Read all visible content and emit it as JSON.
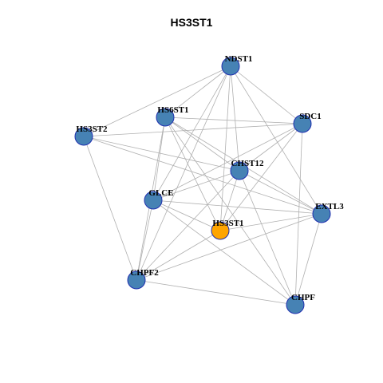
{
  "title": "HS3ST1",
  "colors": {
    "node_default": "#4682B4",
    "node_highlight": "#FFA500",
    "node_border": "#1f2fb0",
    "edge": "#b0b0b0"
  },
  "nodes": [
    {
      "id": "NDST1",
      "highlight": false
    },
    {
      "id": "HS6ST1",
      "highlight": false
    },
    {
      "id": "SDC1",
      "highlight": false
    },
    {
      "id": "HS3ST2",
      "highlight": false
    },
    {
      "id": "CHST12",
      "highlight": false
    },
    {
      "id": "GLCE",
      "highlight": false
    },
    {
      "id": "EXTL3",
      "highlight": false
    },
    {
      "id": "HS3ST1",
      "highlight": true
    },
    {
      "id": "CHPF2",
      "highlight": false
    },
    {
      "id": "CHPF",
      "highlight": false
    }
  ],
  "edges": [
    [
      "NDST1",
      "HS6ST1"
    ],
    [
      "NDST1",
      "SDC1"
    ],
    [
      "NDST1",
      "HS3ST2"
    ],
    [
      "NDST1",
      "CHST12"
    ],
    [
      "NDST1",
      "GLCE"
    ],
    [
      "NDST1",
      "EXTL3"
    ],
    [
      "NDST1",
      "HS3ST1"
    ],
    [
      "NDST1",
      "CHPF2"
    ],
    [
      "HS6ST1",
      "SDC1"
    ],
    [
      "HS6ST1",
      "CHST12"
    ],
    [
      "HS6ST1",
      "GLCE"
    ],
    [
      "HS6ST1",
      "EXTL3"
    ],
    [
      "HS6ST1",
      "HS3ST1"
    ],
    [
      "HS6ST1",
      "CHPF2"
    ],
    [
      "HS6ST1",
      "CHPF"
    ],
    [
      "SDC1",
      "HS3ST2"
    ],
    [
      "SDC1",
      "CHST12"
    ],
    [
      "SDC1",
      "GLCE"
    ],
    [
      "SDC1",
      "HS3ST1"
    ],
    [
      "SDC1",
      "CHPF"
    ],
    [
      "HS3ST2",
      "CHST12"
    ],
    [
      "HS3ST2",
      "EXTL3"
    ],
    [
      "HS3ST2",
      "CHPF2"
    ],
    [
      "CHST12",
      "GLCE"
    ],
    [
      "CHST12",
      "EXTL3"
    ],
    [
      "CHST12",
      "HS3ST1"
    ],
    [
      "CHST12",
      "CHPF2"
    ],
    [
      "CHST12",
      "CHPF"
    ],
    [
      "GLCE",
      "EXTL3"
    ],
    [
      "GLCE",
      "HS3ST1"
    ],
    [
      "GLCE",
      "CHPF2"
    ],
    [
      "GLCE",
      "CHPF"
    ],
    [
      "EXTL3",
      "HS3ST1"
    ],
    [
      "EXTL3",
      "CHPF2"
    ],
    [
      "EXTL3",
      "CHPF"
    ],
    [
      "HS3ST1",
      "CHPF2"
    ],
    [
      "CHPF2",
      "CHPF"
    ]
  ]
}
